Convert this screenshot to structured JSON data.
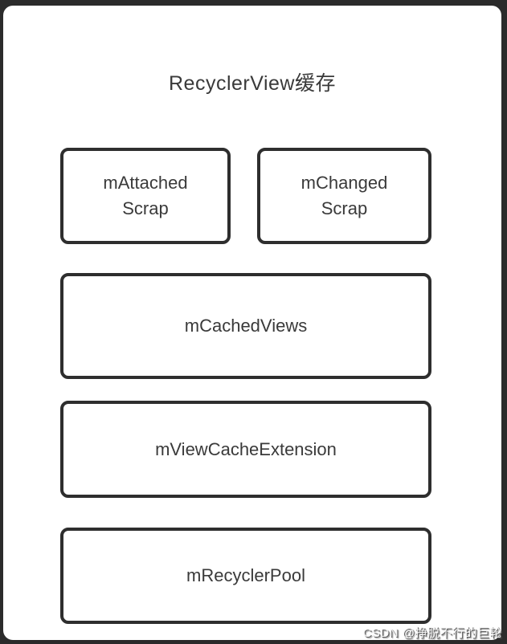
{
  "title": "RecyclerView缓存",
  "diagram": {
    "boxes": [
      {
        "id": "mAttachedScrap",
        "label": "mAttached\nScrap"
      },
      {
        "id": "mChangedScrap",
        "label": "mChanged\nScrap"
      },
      {
        "id": "mCachedViews",
        "label": "mCachedViews"
      },
      {
        "id": "mViewCacheExtension",
        "label": "mViewCacheExtension"
      },
      {
        "id": "mRecyclerPool",
        "label": "mRecyclerPool"
      }
    ]
  },
  "watermark": "CSDN @挣脱不行的巨轮",
  "colors": {
    "frame_background": "#2b2b2b",
    "card_background": "#ffffff",
    "box_border": "#2e2e2e",
    "text": "#3a3a3a",
    "watermark_text": "#f8f8f8"
  }
}
